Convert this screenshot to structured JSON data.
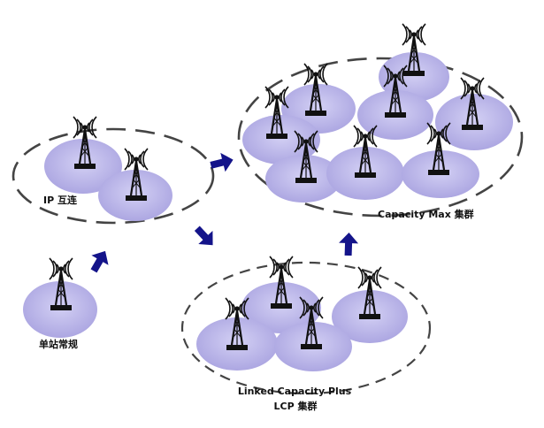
{
  "labels": {
    "single_site": "单站常规",
    "ip_interconnect": "IP 互连",
    "capacity_max": "Capacity Max 集群",
    "lcp_line1": "Linked Capacity Plus",
    "lcp_line2": "LCP 集群"
  },
  "colors": {
    "cell_fill": "#b7b2e6",
    "boundary": "#4a4a4a",
    "tower": "#111111",
    "arrow": "#14148a"
  },
  "icons": {
    "tower": "radio-tower-icon",
    "arrow": "arrow-icon"
  }
}
